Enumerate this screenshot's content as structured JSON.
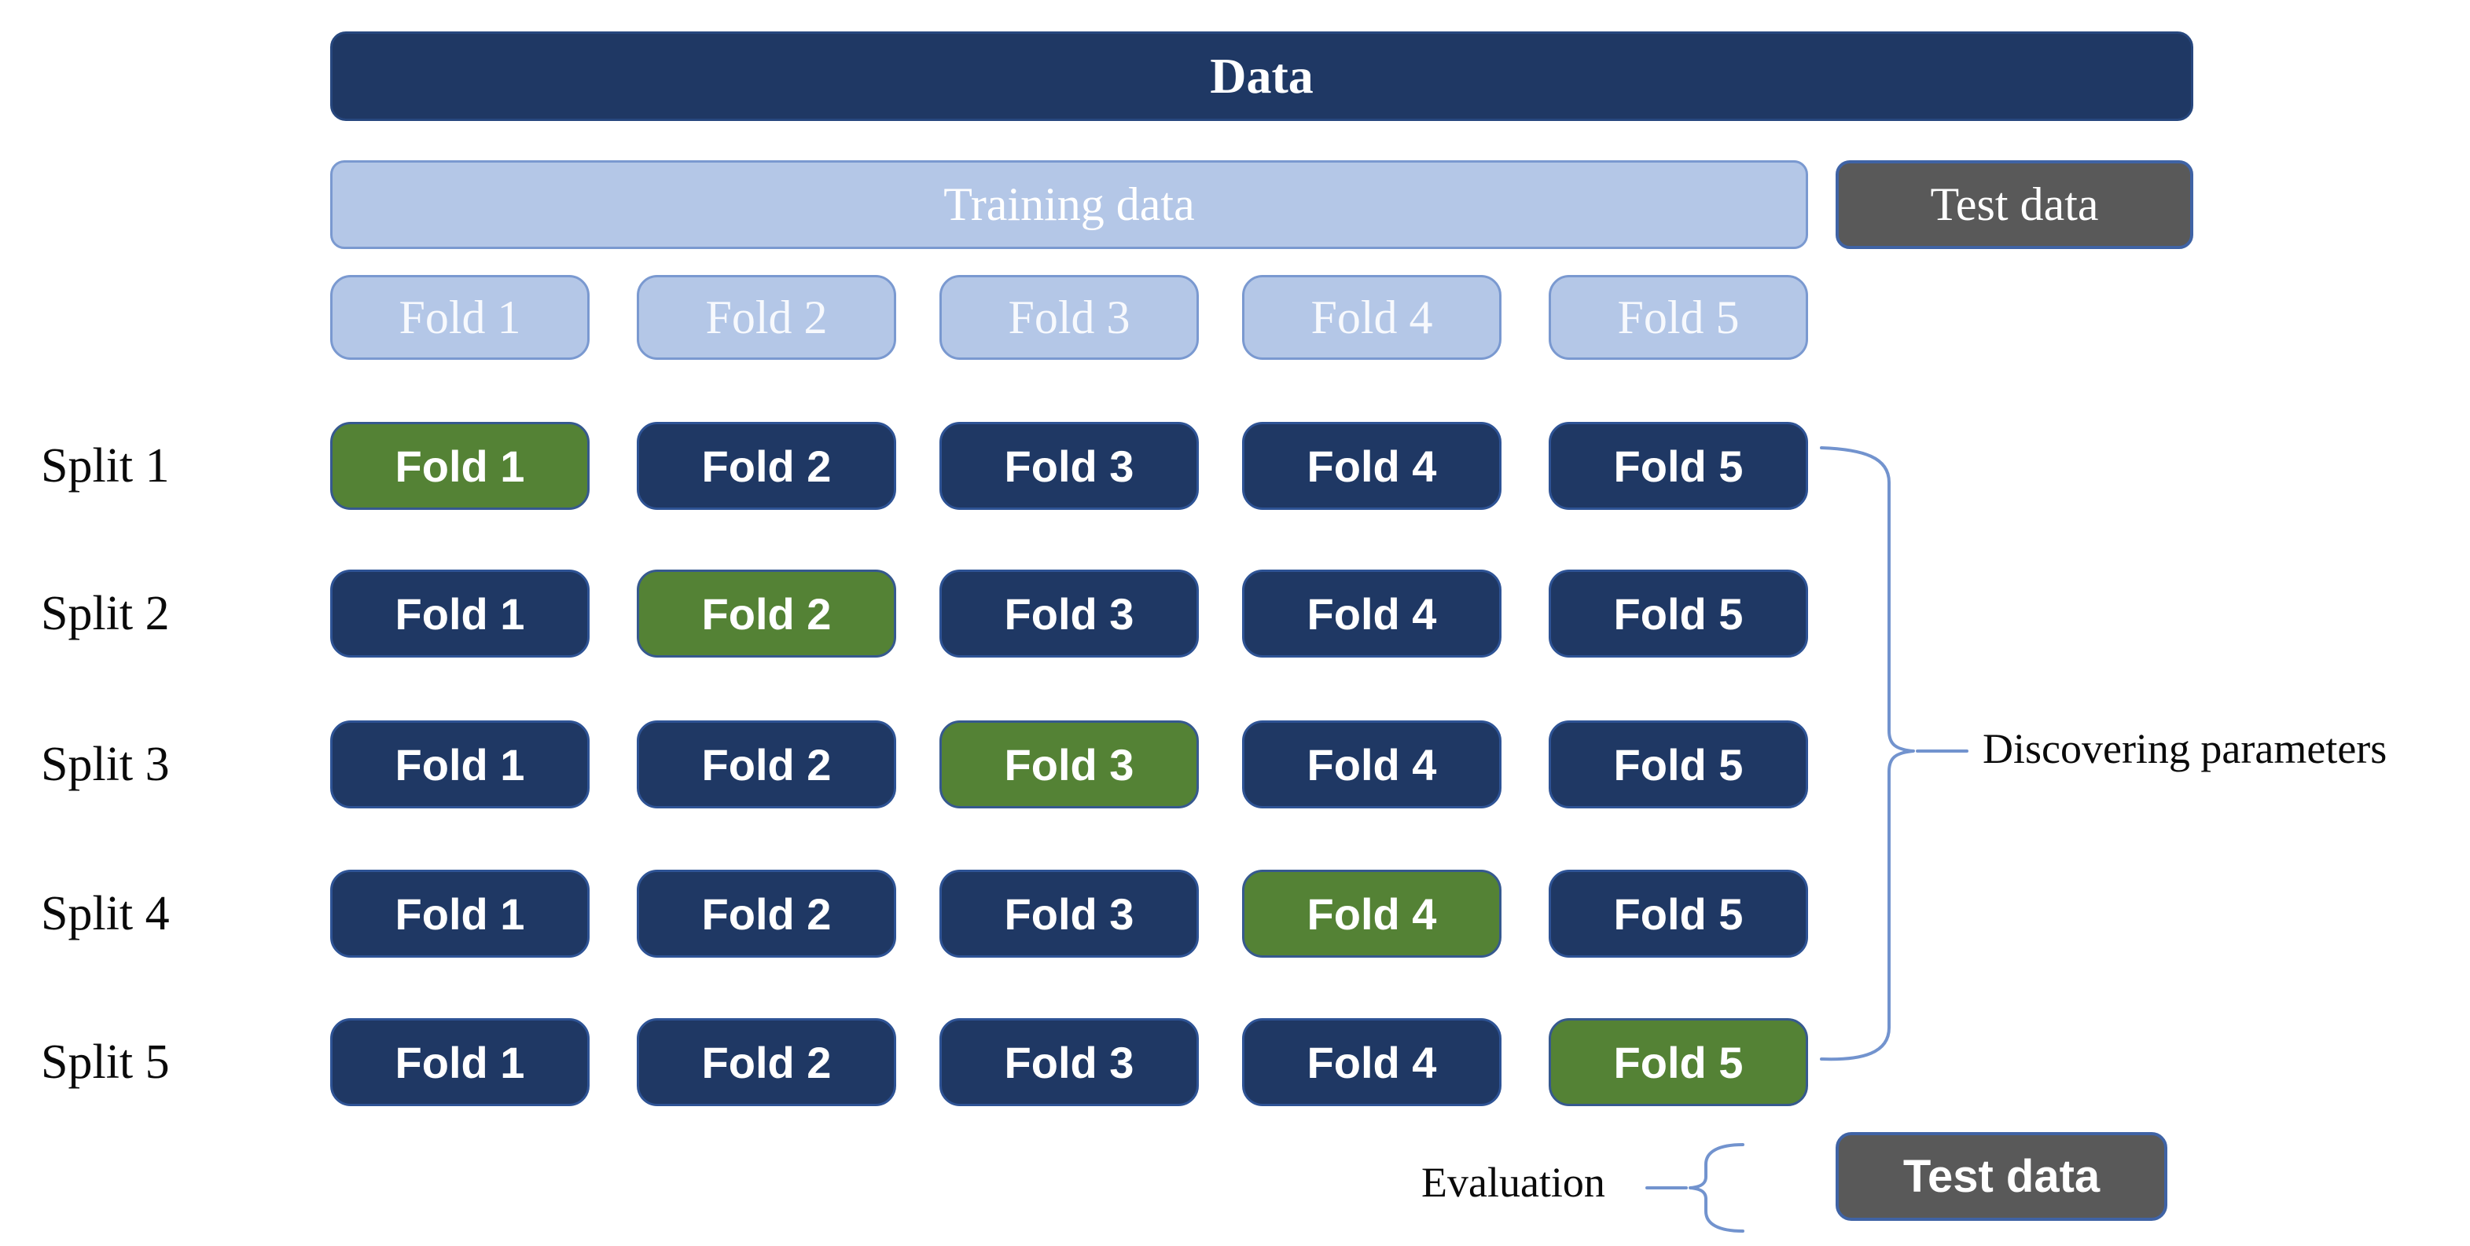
{
  "bars": {
    "data": "Data",
    "training": "Training data",
    "test": "Test data"
  },
  "fold_header": {
    "folds": [
      "Fold 1",
      "Fold 2",
      "Fold 3",
      "Fold 4",
      "Fold 5"
    ]
  },
  "splits": [
    {
      "label": "Split 1",
      "folds": [
        "Fold 1",
        "Fold 2",
        "Fold 3",
        "Fold 4",
        "Fold 5"
      ],
      "validation_fold": "Fold 1"
    },
    {
      "label": "Split 2",
      "folds": [
        "Fold 1",
        "Fold 2",
        "Fold 3",
        "Fold 4",
        "Fold 5"
      ],
      "validation_fold": "Fold 2"
    },
    {
      "label": "Split 3",
      "folds": [
        "Fold 1",
        "Fold 2",
        "Fold 3",
        "Fold 4",
        "Fold 5"
      ],
      "validation_fold": "Fold 3"
    },
    {
      "label": "Split 4",
      "folds": [
        "Fold 1",
        "Fold 2",
        "Fold 3",
        "Fold 4",
        "Fold 5"
      ],
      "validation_fold": "Fold 4"
    },
    {
      "label": "Split 5",
      "folds": [
        "Fold 1",
        "Fold 2",
        "Fold 3",
        "Fold 4",
        "Fold 5"
      ],
      "validation_fold": "Fold 5"
    }
  ],
  "annotations": {
    "discovering_parameters": "Discovering parameters",
    "evaluation": "Evaluation",
    "test_data": "Test data"
  },
  "colors": {
    "navy": "#1F3864",
    "light_blue": "#B4C7E7",
    "green": "#548235",
    "gray": "#595959",
    "border_blue": "#2E5395",
    "brace_blue": "#7293CE"
  }
}
